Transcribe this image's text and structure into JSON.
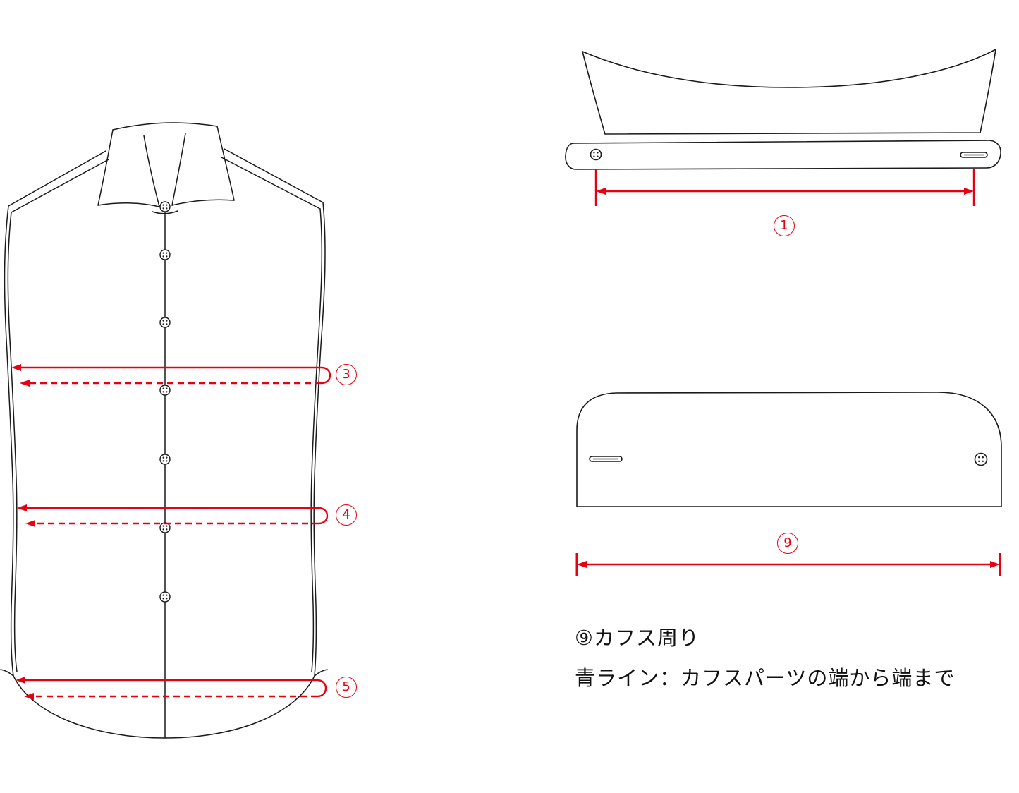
{
  "page": {
    "background": "#ffffff",
    "line_color": "#1a1a1a",
    "accent_color": "#e60012"
  },
  "shirt_front": {
    "measurements": {
      "chest_label": "3",
      "waist_label": "4",
      "hem_label": "5"
    }
  },
  "collar": {
    "measurement_label": "1"
  },
  "cuff": {
    "measurement_label": "9"
  },
  "caption": {
    "line1": "⑨カフス周り",
    "line2": "青ライン：カフスパーツの端から端まで"
  }
}
